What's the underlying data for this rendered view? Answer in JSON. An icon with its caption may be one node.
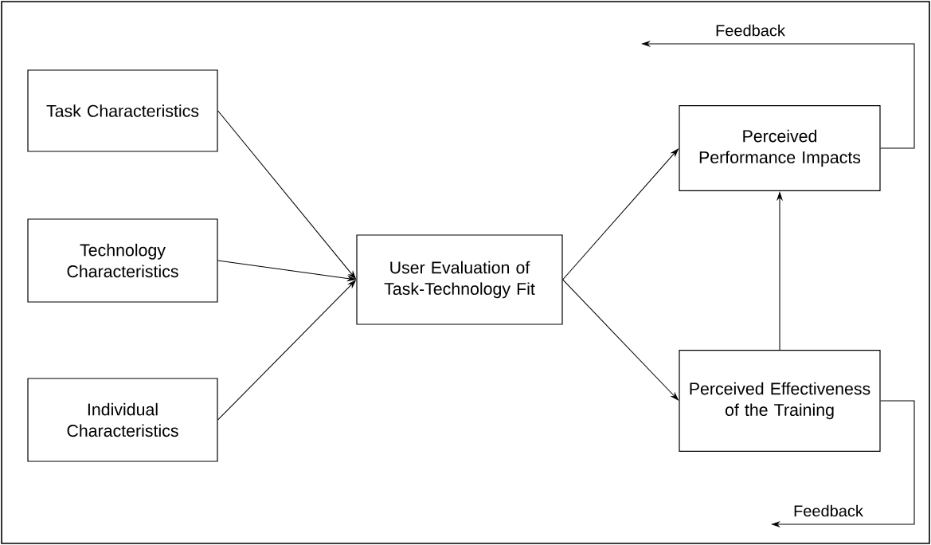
{
  "diagram": {
    "nodes": [
      {
        "text": [
          "Task Characteristics"
        ]
      },
      {
        "text": [
          "Technology Characteristics"
        ]
      },
      {
        "text": [
          "Individual Characteristics"
        ]
      },
      {
        "text": [
          "User Evaluation of Task-Technology Fit"
        ]
      },
      {
        "text": [
          "Perceived Performance Impacts"
        ]
      },
      {
        "text": [
          "Perceived Effectiveness of the Training"
        ]
      }
    ],
    "edges": [
      {
        "from": 0,
        "to": 3,
        "arrow": "to"
      },
      {
        "from": 1,
        "to": 3,
        "arrow": "to"
      },
      {
        "from": 2,
        "to": 3,
        "arrow": "to"
      },
      {
        "from": 3,
        "to": 4,
        "arrow": "to"
      },
      {
        "from": 3,
        "to": 5,
        "arrow": "to"
      },
      {
        "from": 5,
        "to": 4,
        "arrow": "to"
      },
      {
        "from": 4,
        "to": null,
        "arrow": "to",
        "label": "Feedback"
      },
      {
        "from": 5,
        "to": null,
        "arrow": "to",
        "label": "Feedback"
      }
    ]
  }
}
